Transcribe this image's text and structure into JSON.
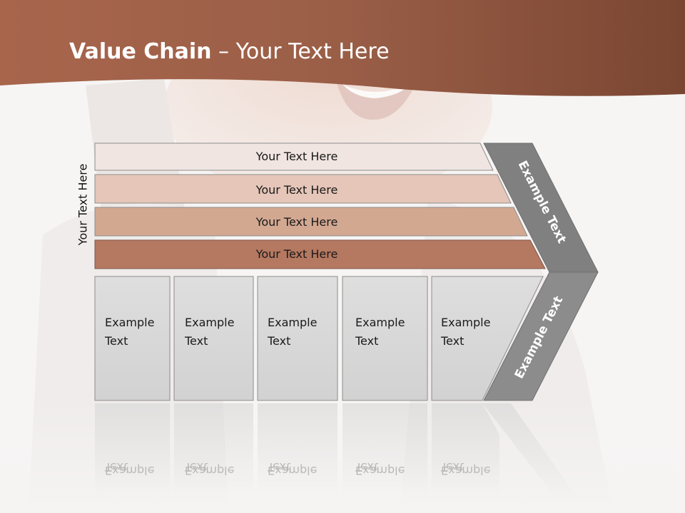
{
  "title": {
    "bold": "Value Chain",
    "rest": " – Your Text Here"
  },
  "side_label": "Your Text Here",
  "rows": [
    {
      "label": "Your Text Here",
      "fill": "#f0e5e1"
    },
    {
      "label": "Your Text Here",
      "fill": "#e5c6b8"
    },
    {
      "label": "Your Text Here",
      "fill": "#d3a891"
    },
    {
      "label": "Your Text Here",
      "fill": "#b57860"
    }
  ],
  "boxes": [
    {
      "line1": "Example",
      "line2": "Text"
    },
    {
      "line1": "Example",
      "line2": "Text"
    },
    {
      "line1": "Example",
      "line2": "Text"
    },
    {
      "line1": "Example",
      "line2": "Text"
    },
    {
      "line1": "Example",
      "line2": "Text"
    }
  ],
  "chevron": {
    "upper": "Example Text",
    "lower": "Example Text"
  },
  "colors": {
    "header": "#9a5f48",
    "box": "#d9d9d9",
    "chevron_upper": "#808080",
    "chevron_lower": "#8c8c8c"
  }
}
